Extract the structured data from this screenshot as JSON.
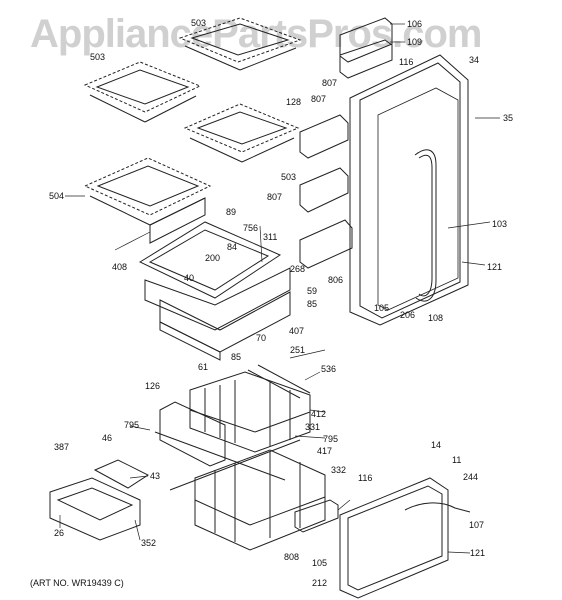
{
  "watermark": "AppliancePartsPros.com",
  "art_number": "(ART NO. WR19439 C)",
  "callouts": {
    "p106": "106",
    "p109": "109",
    "p503a": "503",
    "p503b": "503",
    "p503c": "503",
    "p116a": "116",
    "p34": "34",
    "p35": "35",
    "p807a": "807",
    "p807b": "807",
    "p807c": "807",
    "p128": "128",
    "p504": "504",
    "p408": "408",
    "p89": "89",
    "p756": "756",
    "p84": "84",
    "p200": "200",
    "p40": "40",
    "p311": "311",
    "p59": "59",
    "p85a": "85",
    "p85b": "85",
    "p70": "70",
    "p407": "407",
    "p61": "61",
    "p268": "268",
    "p806": "806",
    "p105a": "105",
    "p206": "206",
    "p108": "108",
    "p103": "103",
    "p121a": "121",
    "p251": "251",
    "p536": "536",
    "p126": "126",
    "p412": "412",
    "p331": "331",
    "p795a": "795",
    "p795b": "795",
    "p387": "387",
    "p46": "46",
    "p43": "43",
    "p26": "26",
    "p352": "352",
    "p417": "417",
    "p332": "332",
    "p116b": "116",
    "p14": "14",
    "p11": "11",
    "p244": "244",
    "p107": "107",
    "p808": "808",
    "p105b": "105",
    "p121b": "121",
    "p212": "212"
  }
}
